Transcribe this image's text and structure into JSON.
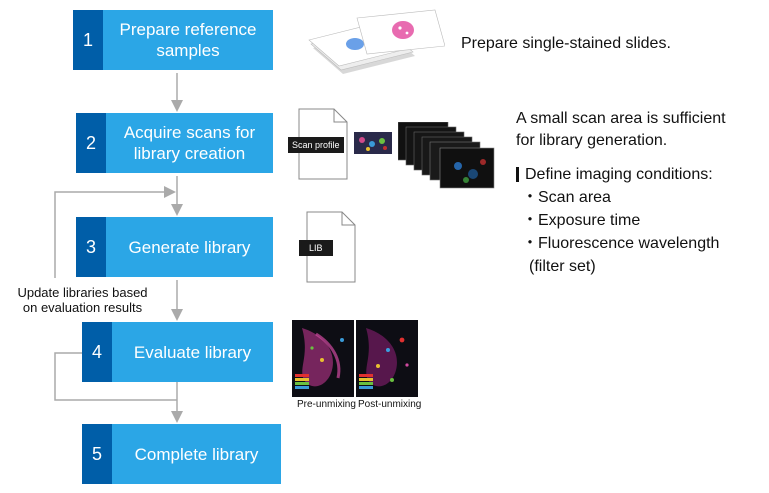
{
  "steps": [
    {
      "num": "1",
      "label": "Prepare reference\nsamples"
    },
    {
      "num": "2",
      "label": "Acquire scans for\nlibrary creation"
    },
    {
      "num": "3",
      "label": "Generate library"
    },
    {
      "num": "4",
      "label": "Evaluate library"
    },
    {
      "num": "5",
      "label": "Complete library"
    }
  ],
  "notes": {
    "slides": "Prepare single-stained slides.",
    "scan_area_line1": "A small scan area is sufficient",
    "scan_area_line2": "for library generation.",
    "conditions_title": "Define imaging conditions:",
    "conditions": [
      "・Scan area",
      "・Exposure time",
      "・Fluorescence wavelength"
    ],
    "conditions_tail": "(filter set)",
    "loop_line1": "Update libraries based",
    "loop_line2": "on evaluation results"
  },
  "icons": {
    "scan_profile_tag": "Scan profile",
    "lib_tag": "LIB"
  },
  "captions": {
    "pre": "Pre-unmixing",
    "post": "Post-unmixing"
  },
  "colors": {
    "step_fill": "#2ba6e6",
    "step_number_fill": "#005ea8",
    "arrow": "#aaaaaa"
  }
}
